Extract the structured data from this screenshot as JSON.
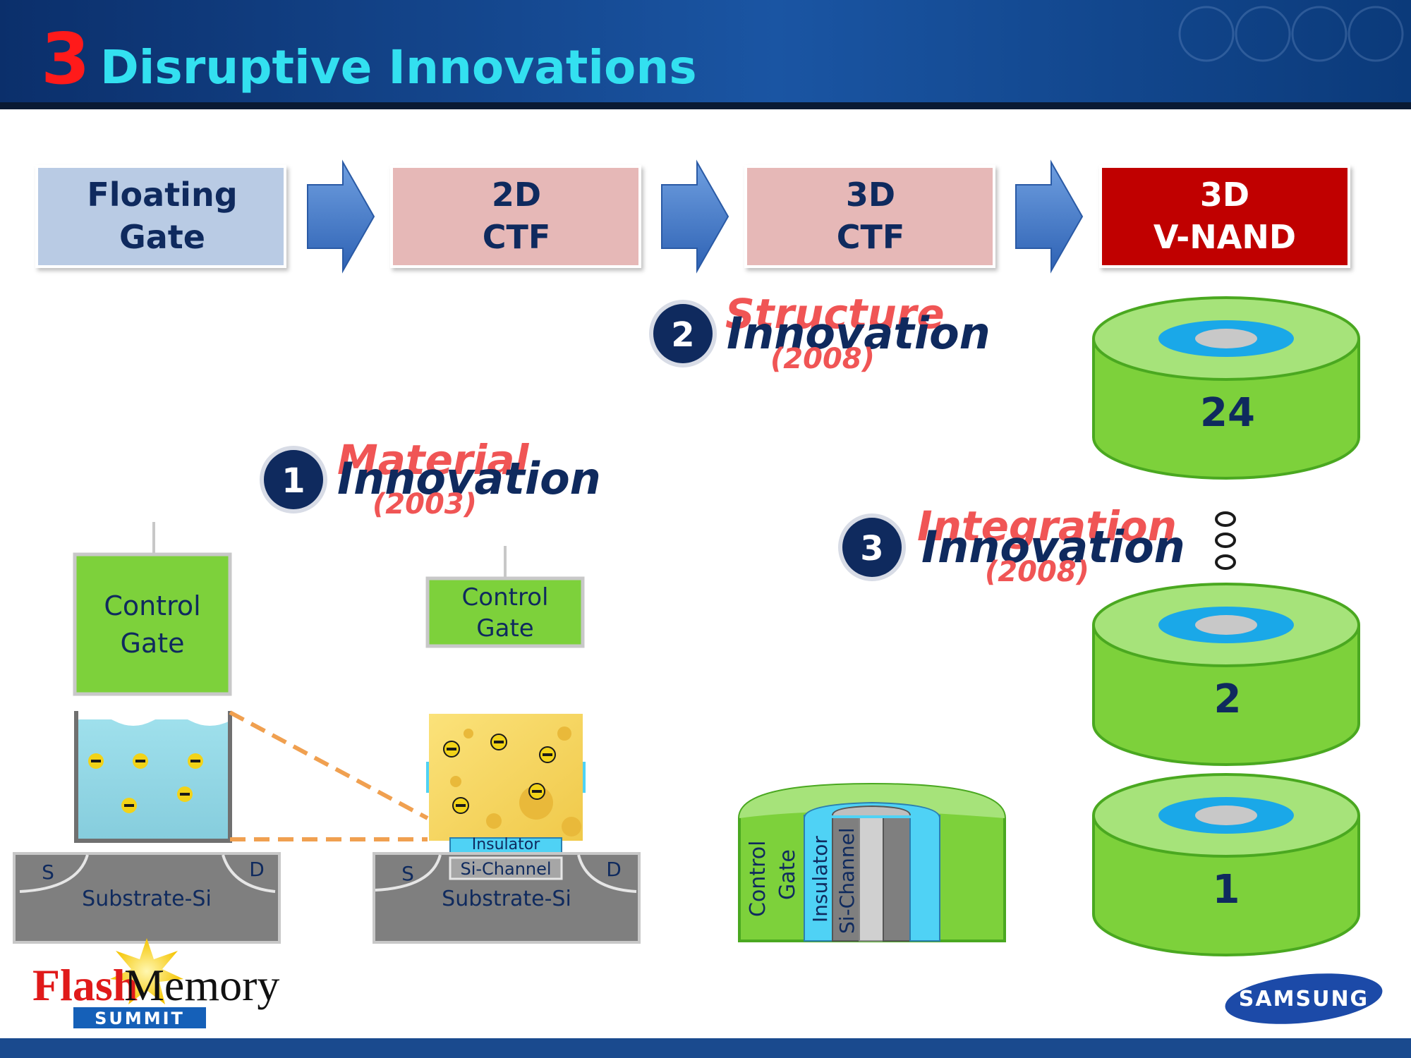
{
  "title": {
    "number": "3",
    "text": "Disruptive Innovations"
  },
  "steps": [
    {
      "line1": "Floating",
      "line2": "Gate"
    },
    {
      "line1": "2D",
      "line2": "CTF"
    },
    {
      "line1": "3D",
      "line2": "CTF"
    },
    {
      "line1": "3D",
      "line2": "V-NAND"
    }
  ],
  "innovations": [
    {
      "badge": "1",
      "label": "Material",
      "word": "Innovation",
      "year": "(2003)"
    },
    {
      "badge": "2",
      "label": "Structure",
      "word": "Innovation",
      "year": "(2008)"
    },
    {
      "badge": "3",
      "label": "Integration",
      "word": "Innovation",
      "year": "(2008)"
    }
  ],
  "floating_gate_cell": {
    "control_gate": [
      "Control",
      "Gate"
    ],
    "substrate": "Substrate-Si",
    "source": "S",
    "drain": "D",
    "electron": "⊖"
  },
  "ctf_cell": {
    "control_gate": [
      "Control",
      "Gate"
    ],
    "insulator": "Insulator",
    "channel": "Si-Channel",
    "substrate": "Substrate-Si",
    "source": "S",
    "drain": "D"
  },
  "vnand_cross_section": {
    "control_gate": [
      "Control",
      "Gate"
    ],
    "insulator": "Insulator",
    "channel": "Si-Channel"
  },
  "layers": {
    "top": "24",
    "middle": "2",
    "bottom": "1"
  },
  "logos": {
    "fms_flash": "Flash",
    "fms_memory": "Memory",
    "fms_summit": "SUMMIT",
    "samsung": "SAMSUNG"
  },
  "colors": {
    "header_bg": "#0d3473",
    "title_number": "#ff1a1a",
    "title_text": "#33e0f0",
    "step_blue": "#b9cbe4",
    "step_pink": "#e6b8b7",
    "step_red": "#c00000",
    "arrow_blue": "#3b74c6",
    "label_red": "#f05555",
    "navy": "#0f2a5e",
    "green": "#7dd13b",
    "cyan": "#4fd2f5"
  }
}
